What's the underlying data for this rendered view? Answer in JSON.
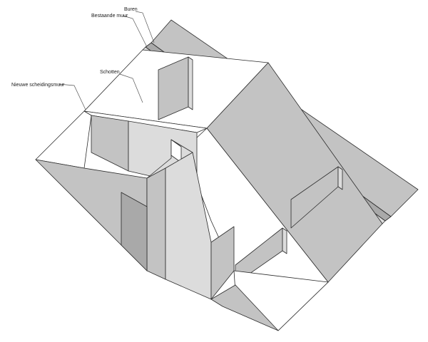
{
  "labels": {
    "buren": "Buren",
    "bestaande_muur": "Bestaande muur",
    "schotten": "Schotten",
    "nieuwe_scheidingsmuur": "Nieuwe scheidingsmuur"
  }
}
